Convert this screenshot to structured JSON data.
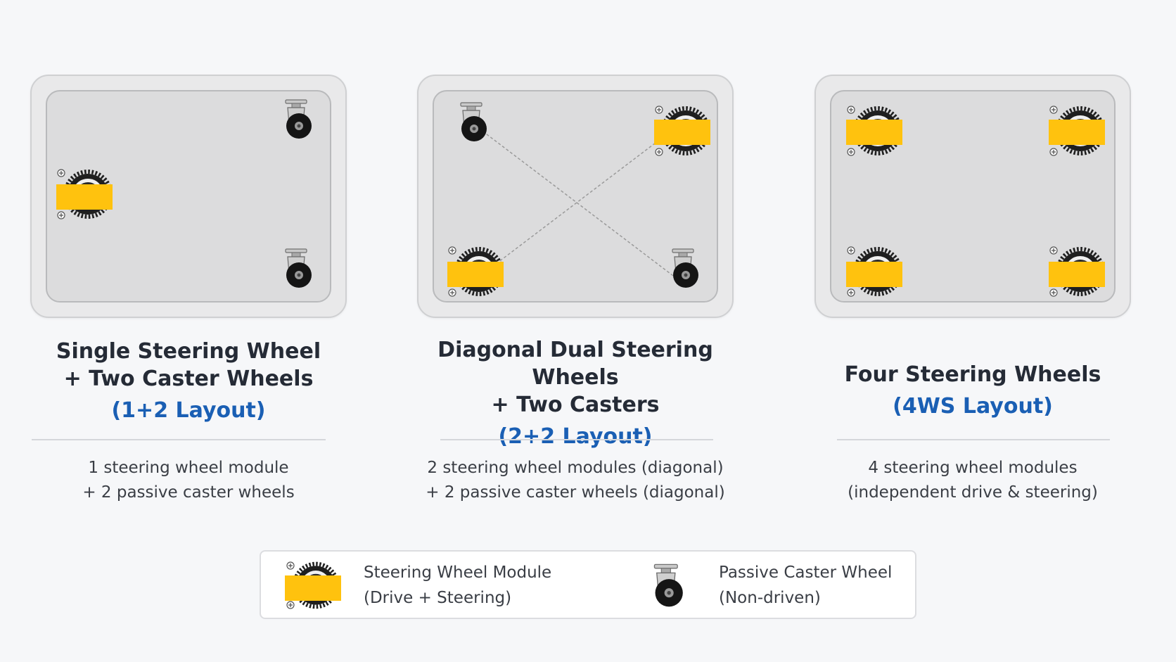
{
  "colors": {
    "accent_blue": "#1a5fb4",
    "module_yellow": "#ffc20e",
    "title_text": "#252b36",
    "body_text": "#3a3e45"
  },
  "layouts": [
    {
      "title_line1": "Single Steering Wheel",
      "title_line2": "+ Two Caster Wheels",
      "subtitle": "(1+2 Layout)",
      "desc_line1": "1 steering wheel module",
      "desc_line2": "+ 2 passive caster wheels",
      "steering_modules": 1,
      "caster_wheels": 2
    },
    {
      "title_line1": "Diagonal Dual Steering Wheels",
      "title_line2": "+ Two Casters",
      "subtitle": "(2+2 Layout)",
      "desc_line1": "2 steering wheel modules (diagonal)",
      "desc_line2": "+ 2 passive caster wheels (diagonal)",
      "steering_modules": 2,
      "caster_wheels": 2
    },
    {
      "title_line1": "Four Steering Wheels",
      "subtitle": "(4WS Layout)",
      "desc_line1": "4 steering wheel modules",
      "desc_line2": "(independent drive & steering)",
      "steering_modules": 4,
      "caster_wheels": 0
    }
  ],
  "legend": {
    "steering": {
      "icon": "steering-wheel-module-icon",
      "line1": "Steering Wheel Module",
      "line2": "(Drive + Steering)"
    },
    "caster": {
      "icon": "caster-wheel-icon",
      "line1": "Passive Caster Wheel",
      "line2": "(Non-driven)"
    }
  }
}
